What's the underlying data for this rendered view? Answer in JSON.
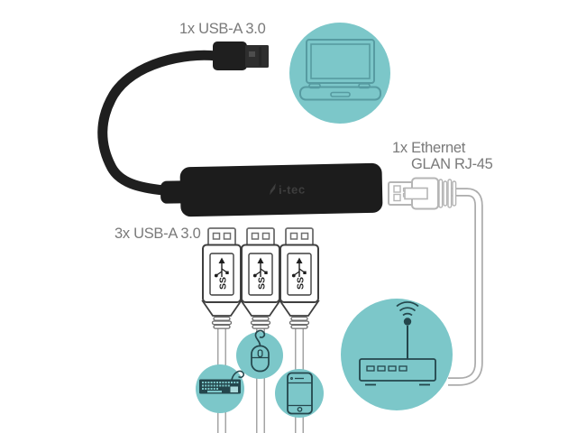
{
  "labels": {
    "usb_top": "1x USB-A 3.0",
    "ethernet_line1": "1x Ethernet",
    "ethernet_line2": "GLAN RJ-45",
    "usb_bottom": "3x USB-A 3.0"
  },
  "hub": {
    "brand": "i-tec"
  },
  "usb_connector": {
    "logo_text": "SS"
  },
  "icons": {
    "top_device": "laptop-icon",
    "bottom_devices": [
      "keyboard-icon",
      "mouse-icon",
      "smartphone-icon"
    ],
    "network_device": "wifi-router-icon"
  },
  "colors": {
    "teal": "#7CC7C9",
    "label_gray": "#7A7A7A",
    "hub_black": "#1C1C1C",
    "icon_dark": "#24464C",
    "laptop_stroke": "#579BA1",
    "cable_outline": "#ACACAC",
    "connector_outline": "#3F3F3F"
  }
}
